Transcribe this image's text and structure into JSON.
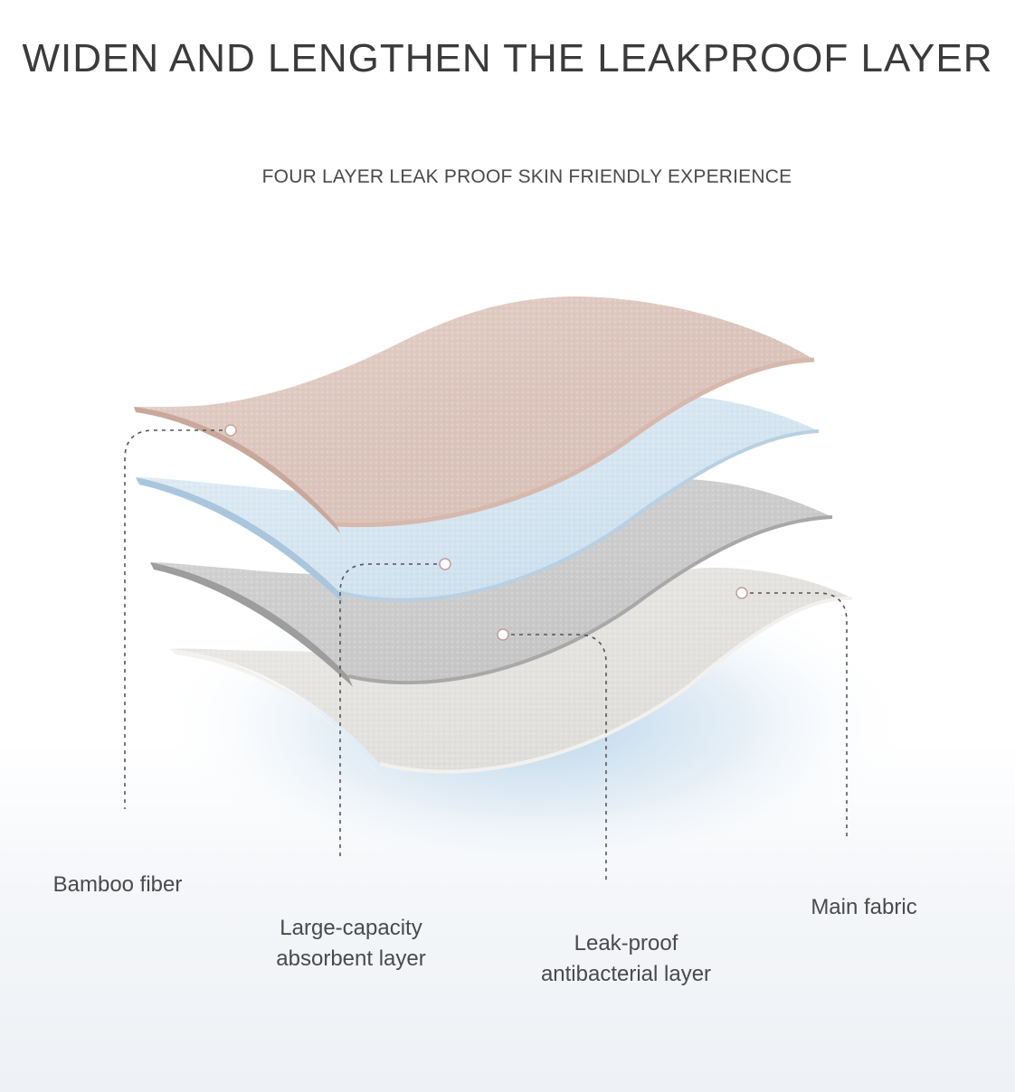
{
  "header": {
    "title": "WIDEN AND LENGTHEN THE LEAKPROOF LAYER",
    "subtitle": "FOUR LAYER LEAK PROOF SKIN FRIENDLY EXPERIENCE"
  },
  "layers": [
    {
      "id": "bamboo",
      "lines": [
        "Bamboo fiber"
      ],
      "color": "#e2cbc3"
    },
    {
      "id": "absorbent",
      "lines": [
        "Large-capacity",
        "absorbent layer"
      ],
      "color": "#cfe0ec"
    },
    {
      "id": "leakproof",
      "lines": [
        "Leak-proof",
        "antibacterial layer"
      ],
      "color": "#c8c8c8"
    },
    {
      "id": "main",
      "lines": [
        "Main fabric"
      ],
      "color": "#e6e5e2"
    }
  ],
  "colors": {
    "title": "#3b3b3b",
    "text": "#4a4a4a",
    "leader": "#555555",
    "glow": "#a9cbe4"
  }
}
